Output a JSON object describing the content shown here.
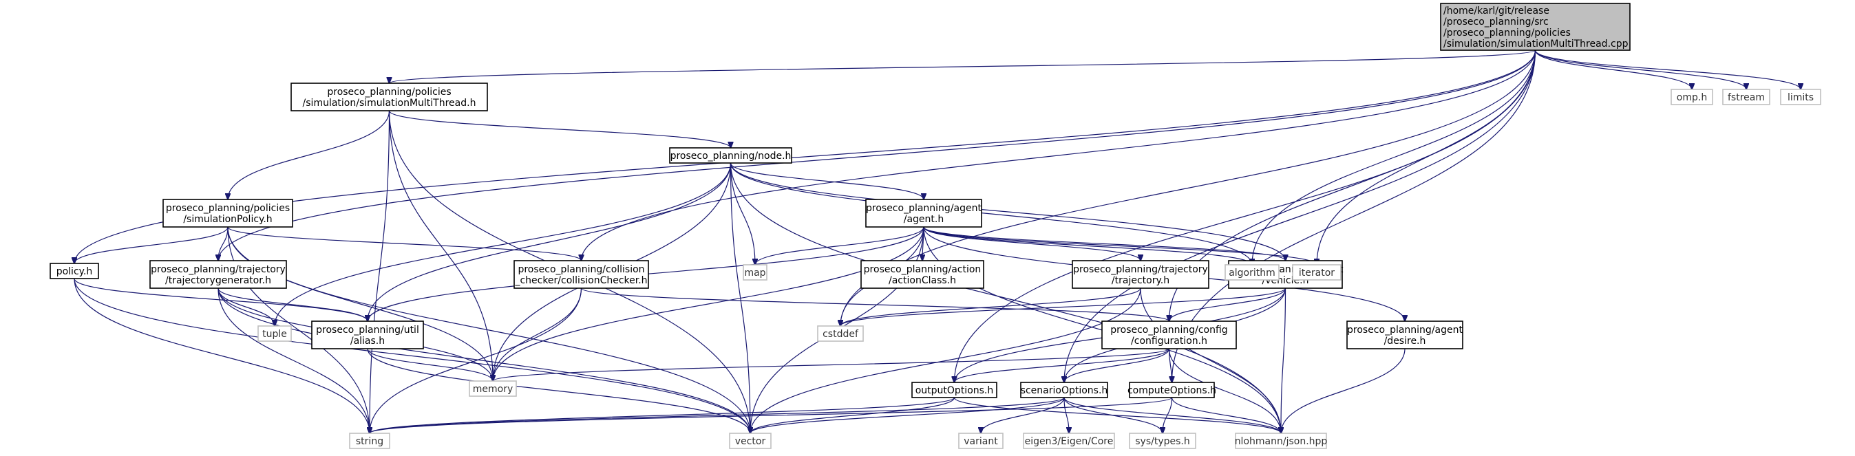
{
  "colors": {
    "edge": "#191970",
    "root_fill": "#bfbfbf",
    "node_border": "#000000",
    "external_border": "#bfbfbf",
    "background": "#ffffff"
  },
  "nodes": [
    {
      "id": "root",
      "lines": [
        "/home/karl/git/release",
        "/proseco_planning/src",
        "/proseco_planning/policies",
        "/simulation/simulationMultiThread.cpp"
      ],
      "kind": "root"
    },
    {
      "id": "smt_h",
      "lines": [
        "proseco_planning/policies",
        "/simulation/simulationMultiThread.h"
      ],
      "kind": "internal"
    },
    {
      "id": "node_h",
      "lines": [
        "proseco_planning/node.h"
      ],
      "kind": "internal"
    },
    {
      "id": "simpol_h",
      "lines": [
        "proseco_planning/policies",
        "/simulationPolicy.h"
      ],
      "kind": "internal"
    },
    {
      "id": "agent_h",
      "lines": [
        "proseco_planning/agent",
        "/agent.h"
      ],
      "kind": "internal"
    },
    {
      "id": "policy_h",
      "lines": [
        "policy.h"
      ],
      "kind": "internal"
    },
    {
      "id": "trajgen_h",
      "lines": [
        "proseco_planning/trajectory",
        "/trajectorygenerator.h"
      ],
      "kind": "internal"
    },
    {
      "id": "collision_h",
      "lines": [
        "proseco_planning/collision",
        "_checker/collisionChecker.h"
      ],
      "kind": "internal"
    },
    {
      "id": "actionclass_h",
      "lines": [
        "proseco_planning/action",
        "/actionClass.h"
      ],
      "kind": "internal"
    },
    {
      "id": "trajectory_h",
      "lines": [
        "proseco_planning/trajectory",
        "/trajectory.h"
      ],
      "kind": "internal"
    },
    {
      "id": "vehicle_h",
      "lines": [
        "proseco_planning/agent",
        "/vehicle.h"
      ],
      "kind": "internal"
    },
    {
      "id": "alias_h",
      "lines": [
        "proseco_planning/util",
        "/alias.h"
      ],
      "kind": "internal"
    },
    {
      "id": "config_h",
      "lines": [
        "proseco_planning/config",
        "/configuration.h"
      ],
      "kind": "internal"
    },
    {
      "id": "desire_h",
      "lines": [
        "proseco_planning/agent",
        "/desire.h"
      ],
      "kind": "internal"
    },
    {
      "id": "outputopt_h",
      "lines": [
        "outputOptions.h"
      ],
      "kind": "internal"
    },
    {
      "id": "scenarioopt_h",
      "lines": [
        "scenarioOptions.h"
      ],
      "kind": "internal"
    },
    {
      "id": "computeopt_h",
      "lines": [
        "computeOptions.h"
      ],
      "kind": "internal"
    },
    {
      "id": "omp",
      "lines": [
        "omp.h"
      ],
      "kind": "external"
    },
    {
      "id": "fstream",
      "lines": [
        "fstream"
      ],
      "kind": "external"
    },
    {
      "id": "limits",
      "lines": [
        "limits"
      ],
      "kind": "external"
    },
    {
      "id": "map",
      "lines": [
        "map"
      ],
      "kind": "external"
    },
    {
      "id": "algorithm",
      "lines": [
        "algorithm"
      ],
      "kind": "external"
    },
    {
      "id": "iterator",
      "lines": [
        "iterator"
      ],
      "kind": "external"
    },
    {
      "id": "tuple",
      "lines": [
        "tuple"
      ],
      "kind": "external"
    },
    {
      "id": "cstddef",
      "lines": [
        "cstddef"
      ],
      "kind": "external"
    },
    {
      "id": "memory",
      "lines": [
        "memory"
      ],
      "kind": "external"
    },
    {
      "id": "string",
      "lines": [
        "string"
      ],
      "kind": "external"
    },
    {
      "id": "vector",
      "lines": [
        "vector"
      ],
      "kind": "external"
    },
    {
      "id": "variant",
      "lines": [
        "variant"
      ],
      "kind": "external"
    },
    {
      "id": "eigen",
      "lines": [
        "eigen3/Eigen/Core"
      ],
      "kind": "external"
    },
    {
      "id": "systypes",
      "lines": [
        "sys/types.h"
      ],
      "kind": "external"
    },
    {
      "id": "json",
      "lines": [
        "nlohmann/json.hpp"
      ],
      "kind": "external"
    }
  ],
  "edges": [
    [
      "root",
      "smt_h"
    ],
    [
      "root",
      "policy_h"
    ],
    [
      "root",
      "trajgen_h"
    ],
    [
      "root",
      "collision_h"
    ],
    [
      "root",
      "cstddef"
    ],
    [
      "root",
      "algorithm"
    ],
    [
      "root",
      "iterator"
    ],
    [
      "root",
      "config_h"
    ],
    [
      "root",
      "outputopt_h"
    ],
    [
      "root",
      "scenarioopt_h"
    ],
    [
      "root",
      "computeopt_h"
    ],
    [
      "root",
      "omp"
    ],
    [
      "root",
      "fstream"
    ],
    [
      "root",
      "limits"
    ],
    [
      "smt_h",
      "node_h"
    ],
    [
      "smt_h",
      "simpol_h"
    ],
    [
      "smt_h",
      "string"
    ],
    [
      "smt_h",
      "memory"
    ],
    [
      "smt_h",
      "vector"
    ],
    [
      "node_h",
      "agent_h"
    ],
    [
      "node_h",
      "vehicle_h"
    ],
    [
      "node_h",
      "tuple"
    ],
    [
      "node_h",
      "alias_h"
    ],
    [
      "node_h",
      "memory"
    ],
    [
      "node_h",
      "map"
    ],
    [
      "node_h",
      "vector"
    ],
    [
      "node_h",
      "algorithm"
    ],
    [
      "node_h",
      "json"
    ],
    [
      "simpol_h",
      "policy_h"
    ],
    [
      "simpol_h",
      "trajgen_h"
    ],
    [
      "simpol_h",
      "collision_h"
    ],
    [
      "simpol_h",
      "memory"
    ],
    [
      "simpol_h",
      "string"
    ],
    [
      "simpol_h",
      "vector"
    ],
    [
      "agent_h",
      "map"
    ],
    [
      "agent_h",
      "actionclass_h"
    ],
    [
      "agent_h",
      "trajectory_h"
    ],
    [
      "agent_h",
      "vehicle_h"
    ],
    [
      "agent_h",
      "desire_h"
    ],
    [
      "agent_h",
      "algorithm"
    ],
    [
      "agent_h",
      "iterator"
    ],
    [
      "agent_h",
      "alias_h"
    ],
    [
      "agent_h",
      "memory"
    ],
    [
      "agent_h",
      "vector"
    ],
    [
      "agent_h",
      "cstddef"
    ],
    [
      "agent_h",
      "json"
    ],
    [
      "policy_h",
      "alias_h"
    ],
    [
      "policy_h",
      "string"
    ],
    [
      "policy_h",
      "vector"
    ],
    [
      "trajgen_h",
      "tuple"
    ],
    [
      "trajgen_h",
      "alias_h"
    ],
    [
      "trajgen_h",
      "memory"
    ],
    [
      "trajgen_h",
      "string"
    ],
    [
      "trajgen_h",
      "vector"
    ],
    [
      "collision_h",
      "config_h"
    ],
    [
      "collision_h",
      "memory"
    ],
    [
      "collision_h",
      "string"
    ],
    [
      "trajectory_h",
      "cstddef"
    ],
    [
      "trajectory_h",
      "vector"
    ],
    [
      "trajectory_h",
      "json"
    ],
    [
      "vehicle_h",
      "config_h"
    ],
    [
      "vehicle_h",
      "outputopt_h"
    ],
    [
      "vehicle_h",
      "scenarioopt_h"
    ],
    [
      "vehicle_h",
      "json"
    ],
    [
      "vehicle_h",
      "cstddef"
    ],
    [
      "alias_h",
      "memory"
    ],
    [
      "alias_h",
      "vector"
    ],
    [
      "config_h",
      "memory"
    ],
    [
      "config_h",
      "outputopt_h"
    ],
    [
      "config_h",
      "scenarioopt_h"
    ],
    [
      "config_h",
      "computeopt_h"
    ],
    [
      "config_h",
      "json"
    ],
    [
      "desire_h",
      "json"
    ],
    [
      "outputopt_h",
      "string"
    ],
    [
      "outputopt_h",
      "vector"
    ],
    [
      "outputopt_h",
      "json"
    ],
    [
      "scenarioopt_h",
      "string"
    ],
    [
      "scenarioopt_h",
      "vector"
    ],
    [
      "scenarioopt_h",
      "variant"
    ],
    [
      "scenarioopt_h",
      "eigen"
    ],
    [
      "scenarioopt_h",
      "systypes"
    ],
    [
      "scenarioopt_h",
      "json"
    ],
    [
      "computeopt_h",
      "string"
    ],
    [
      "computeopt_h",
      "systypes"
    ],
    [
      "computeopt_h",
      "json"
    ]
  ]
}
